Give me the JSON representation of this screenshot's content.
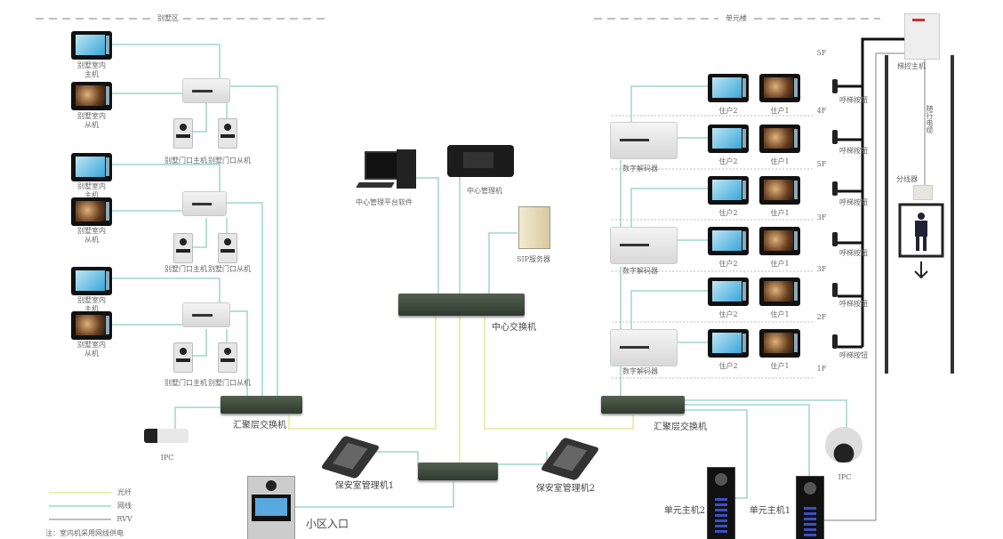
{
  "zones": {
    "villa": "别墅区",
    "unit_building": "单元楼"
  },
  "villa": {
    "indoor_master": "别墅室内主机",
    "indoor_slave": "别墅室内从机",
    "door_master": "别墅门口主机",
    "door_slave": "别墅门口从机",
    "group_count": 3
  },
  "center": {
    "platform": "中心管理平台软件",
    "manager": "中心管理机",
    "sip": "SIP服务器",
    "core_switch": "中心交换机"
  },
  "aggregation_switch": "汇聚层交换机",
  "ipc": "IPC",
  "security_1": "保安室管理机1",
  "security_2": "保安室管理机2",
  "entrance": "小区入口",
  "unit": {
    "resident_2": "住户2",
    "resident_1": "住户1",
    "decoder": "数字解码器",
    "call_button": "呼梯按钮",
    "elevator_controller": "梯控主机",
    "travel_cable": "随行电缆",
    "splitter": "分线器",
    "floors_top": "5F",
    "floors": [
      "4F",
      "5F",
      "3F",
      "3F",
      "2F",
      "1F"
    ],
    "host_1": "单元主机1",
    "host_2": "单元主机2"
  },
  "legend": {
    "items": [
      {
        "label": "光纤",
        "color": "#e8e89a"
      },
      {
        "label": "网线",
        "color": "#9fd6c8"
      },
      {
        "label": "RVV",
        "color": "#999999"
      }
    ],
    "note": "注：室内机采用网线供电"
  }
}
